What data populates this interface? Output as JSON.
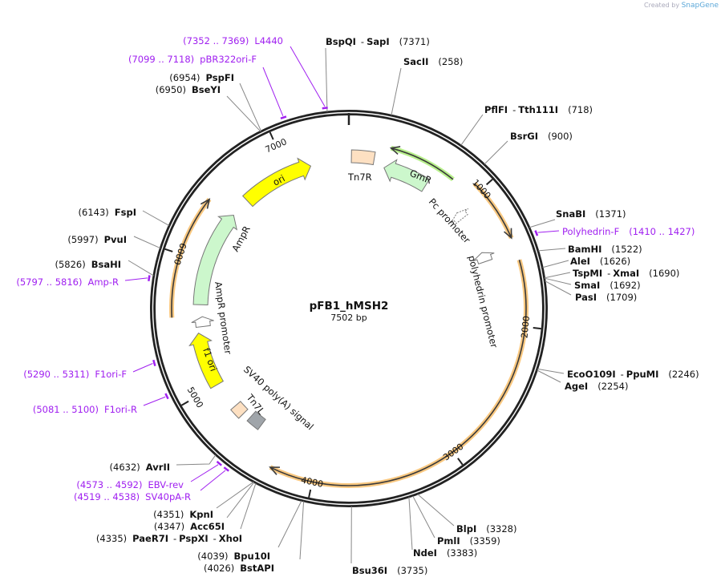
{
  "credit": {
    "prefix": "Created by",
    "brand": "SnapGene"
  },
  "plasmid": {
    "name": "pFB1_hMSH2",
    "length_label": "7502 bp",
    "length": 7502
  },
  "separator": "-",
  "ticks": [
    1000,
    2000,
    3000,
    4000,
    5000,
    6000,
    7000
  ],
  "tick_labels": [
    "1000",
    "2000",
    "3000",
    "4000",
    "5000",
    "6000",
    "7000"
  ],
  "colors": {
    "backbone": "#222222",
    "primer": "#a020f0",
    "orf": "#f9c880",
    "orf_green": "#b8f08c"
  },
  "enzymes": [
    {
      "names": [
        "BspQI",
        "SapI"
      ],
      "position": "(7371)",
      "bp": 7371
    },
    {
      "names": [
        "SacII"
      ],
      "position": "(258)",
      "bp": 258
    },
    {
      "names": [
        "PflFI",
        "Tth111I"
      ],
      "position": "(718)",
      "bp": 718
    },
    {
      "names": [
        "BsrGI"
      ],
      "position": "(900)",
      "bp": 900
    },
    {
      "names": [
        "SnaBI"
      ],
      "position": "(1371)",
      "bp": 1371
    },
    {
      "names": [
        "BamHI"
      ],
      "position": "(1522)",
      "bp": 1522
    },
    {
      "names": [
        "AleI"
      ],
      "position": "(1626)",
      "bp": 1626
    },
    {
      "names": [
        "TspMI",
        "XmaI"
      ],
      "position": "(1690)",
      "bp": 1690
    },
    {
      "names": [
        "SmaI"
      ],
      "position": "(1692)",
      "bp": 1692
    },
    {
      "names": [
        "PasI"
      ],
      "position": "(1709)",
      "bp": 1709
    },
    {
      "names": [
        "EcoO109I",
        "PpuMI"
      ],
      "position": "(2246)",
      "bp": 2246
    },
    {
      "names": [
        "AgeI"
      ],
      "position": "(2254)",
      "bp": 2254
    },
    {
      "names": [
        "BlpI"
      ],
      "position": "(3328)",
      "bp": 3328
    },
    {
      "names": [
        "PmlI"
      ],
      "position": "(3359)",
      "bp": 3359
    },
    {
      "names": [
        "NdeI"
      ],
      "position": "(3383)",
      "bp": 3383
    },
    {
      "names": [
        "Bsu36I"
      ],
      "position": "(3735)",
      "bp": 3735
    },
    {
      "names": [
        "BstAPI"
      ],
      "position": "(4026)",
      "bp": 4026
    },
    {
      "names": [
        "Bpu10I"
      ],
      "position": "(4039)",
      "bp": 4039
    },
    {
      "names": [
        "PaeR7I",
        "PspXI",
        "XhoI"
      ],
      "position": "(4335)",
      "bp": 4335
    },
    {
      "names": [
        "Acc65I"
      ],
      "position": "(4347)",
      "bp": 4347
    },
    {
      "names": [
        "KpnI"
      ],
      "position": "(4351)",
      "bp": 4351
    },
    {
      "names": [
        "AvrII"
      ],
      "position": "(4632)",
      "bp": 4632
    },
    {
      "names": [
        "BsaHI"
      ],
      "position": "(5826)",
      "bp": 5826
    },
    {
      "names": [
        "PvuI"
      ],
      "position": "(5997)",
      "bp": 5997
    },
    {
      "names": [
        "FspI"
      ],
      "position": "(6143)",
      "bp": 6143
    },
    {
      "names": [
        "BseYI"
      ],
      "position": "(6950)",
      "bp": 6950
    },
    {
      "names": [
        "PspFI"
      ],
      "position": "(6954)",
      "bp": 6954
    }
  ],
  "primers": [
    {
      "name": "L4440",
      "range": "(7352 .. 7369)",
      "start": 7352,
      "end": 7369
    },
    {
      "name": "pBR322ori-F",
      "range": "(7099 .. 7118)",
      "start": 7099,
      "end": 7118
    },
    {
      "name": "Polyhedrin-F",
      "range": "(1410 .. 1427)",
      "start": 1410,
      "end": 1427
    },
    {
      "name": "Amp-R",
      "range": "(5797 .. 5816)",
      "start": 5797,
      "end": 5816
    },
    {
      "name": "F1ori-F",
      "range": "(5290 .. 5311)",
      "start": 5290,
      "end": 5311
    },
    {
      "name": "F1ori-R",
      "range": "(5081 .. 5100)",
      "start": 5081,
      "end": 5100
    },
    {
      "name": "EBV-rev",
      "range": "(4573 .. 4592)",
      "start": 4573,
      "end": 4592
    },
    {
      "name": "SV40pA-R",
      "range": "(4519 .. 4538)",
      "start": 4519,
      "end": 4538
    }
  ],
  "features": [
    {
      "name": "ori",
      "start": 6600,
      "end": 7190,
      "direction": "cw",
      "kind": "arrow",
      "color": "#ffff00"
    },
    {
      "name": "GmR",
      "start": 292,
      "end": 665,
      "direction": "ccw",
      "kind": "arrow",
      "color": "#ccf7cc"
    },
    {
      "name": "AmpR",
      "start": 5657,
      "end": 6440,
      "direction": "cw",
      "kind": "arrow",
      "color": "#ccf7cc"
    },
    {
      "name": "f1 ori",
      "start": 5000,
      "end": 5433,
      "direction": "cw",
      "kind": "arrow",
      "color": "#ffff00"
    },
    {
      "name": "Tn7R",
      "start": 20,
      "end": 200,
      "direction": "none",
      "kind": "box",
      "color": "#fde0c2"
    },
    {
      "name": "Tn7L",
      "start": 4690,
      "end": 4780,
      "direction": "none",
      "kind": "box",
      "color": "#fde0c2"
    },
    {
      "name": "SV40 poly(A) signal",
      "start": 4520,
      "end": 4630,
      "direction": "none",
      "kind": "box",
      "color": "#a0a5aa"
    },
    {
      "name": "Pc promoter",
      "start": 1010,
      "end": 1075,
      "direction": "ccw",
      "kind": "arrow",
      "color": "#ffffff"
    },
    {
      "name": "polyhedrin promoter",
      "start": 1400,
      "end": 1480,
      "direction": "ccw",
      "kind": "arrow",
      "color": "#ffffff"
    },
    {
      "name": "AmpR promoter",
      "start": 5480,
      "end": 5560,
      "direction": "cw",
      "kind": "arrow",
      "color": "#ffffff"
    }
  ],
  "orfs": [
    {
      "start": 5565,
      "end": 6420,
      "direction": "cw",
      "color": "#f9c880"
    },
    {
      "start": 307,
      "end": 810,
      "direction": "ccw",
      "color": "#b8f08c"
    },
    {
      "start": 940,
      "end": 1386,
      "direction": "cw",
      "color": "#f9c880"
    },
    {
      "start": 1543,
      "end": 4300,
      "direction": "cw",
      "color": "#f9c880"
    }
  ]
}
